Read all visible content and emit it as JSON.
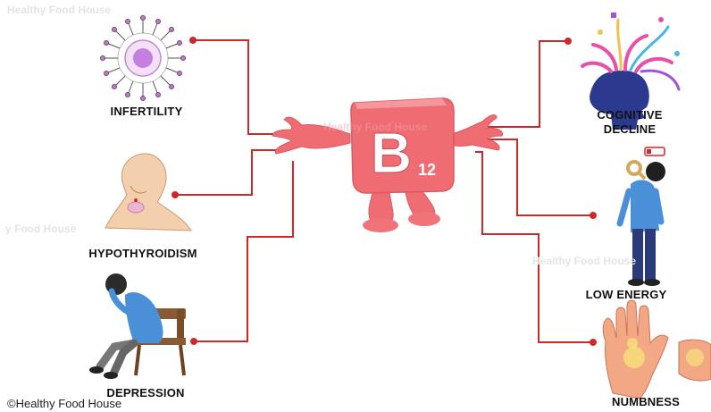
{
  "center": {
    "letter": "B",
    "subscript": "12",
    "color": "#ee6c72"
  },
  "symptoms": {
    "infertility": "INFERTILITY",
    "hypothyroidism": "HYPOTHYROIDISM",
    "depression": "DEPRESSION",
    "cognitive_decline_line1": "COGNITIVE",
    "cognitive_decline_line2": "DECLINE",
    "low_energy": "LOW ENERGY",
    "numbness": "NUMBNESS"
  },
  "watermarks": {
    "top_left": "Healthy Food House",
    "mid_left": "y Food House",
    "mid_right": "Healthy Food House",
    "center": "Healthy Food House"
  },
  "copyright": "©Healthy Food House",
  "connector_color": "#cc2a2a"
}
